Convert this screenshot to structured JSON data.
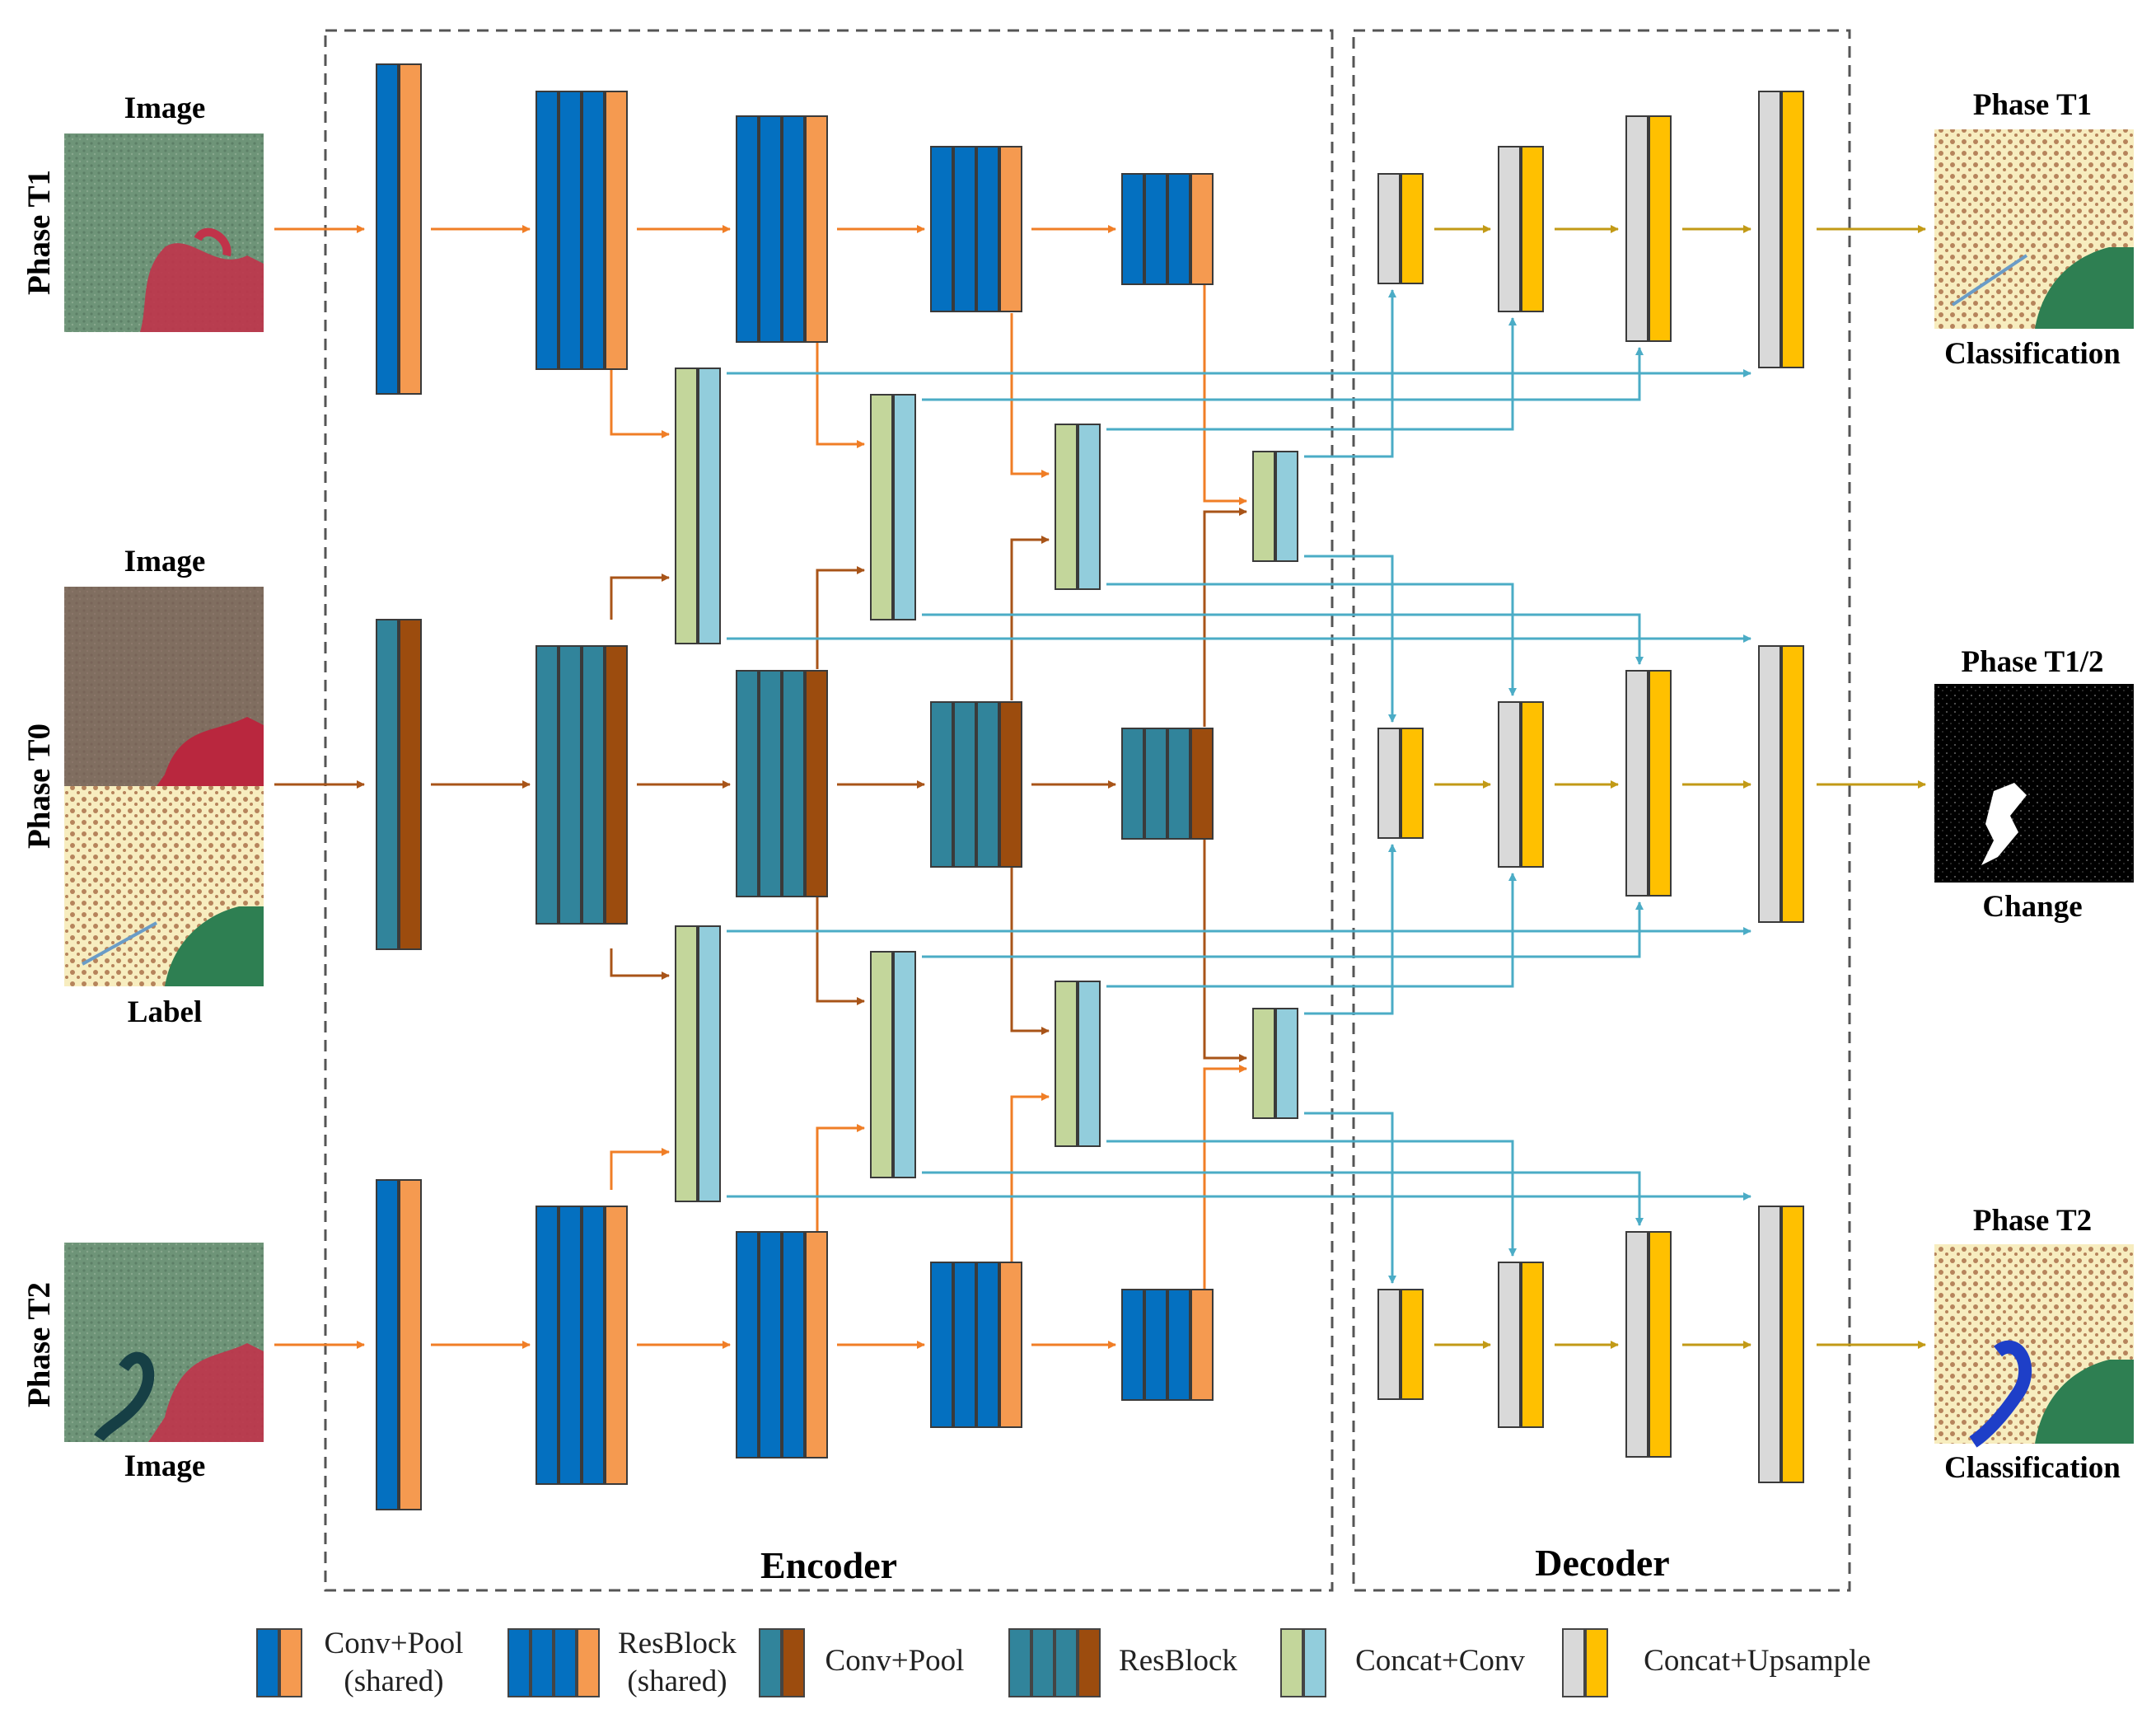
{
  "colors": {
    "t_blue": "#0470C0",
    "t_orange": "#F59A50",
    "c_teal": "#31849B",
    "c_brown": "#9C4C0E",
    "cc_green": "#C3D69B",
    "cc_lblue": "#92CDDC",
    "up_gray": "#D9D9D9",
    "up_gold": "#FFC000",
    "arrow_orange": "#F07E26",
    "arrow_brown": "#A85418",
    "arrow_cyan": "#4BACC6",
    "arrow_gold": "#C29A16"
  },
  "rows": {
    "t1": "Phase T1",
    "t0": "Phase T0",
    "t2": "Phase T2"
  },
  "inputs": {
    "t1_image": "Image",
    "t0_image": "Image",
    "t0_label": "Label",
    "t2_image": "Image"
  },
  "outputs": {
    "t1_title": "Phase T1",
    "t1_caption": "Classification",
    "t12_title": "Phase T1/2",
    "t12_caption": "Change",
    "t2_title": "Phase T2",
    "t2_caption": "Classification"
  },
  "sections": {
    "encoder": "Encoder",
    "decoder": "Decoder"
  },
  "legend": [
    {
      "text": "Conv+Pool",
      "sub": "(shared)"
    },
    {
      "text": "ResBlock",
      "sub": "(shared)"
    },
    {
      "text": "Conv+Pool",
      "sub": ""
    },
    {
      "text": "ResBlock",
      "sub": ""
    },
    {
      "text": "Concat+Conv",
      "sub": ""
    },
    {
      "text": "Concat+Upsample",
      "sub": ""
    }
  ]
}
